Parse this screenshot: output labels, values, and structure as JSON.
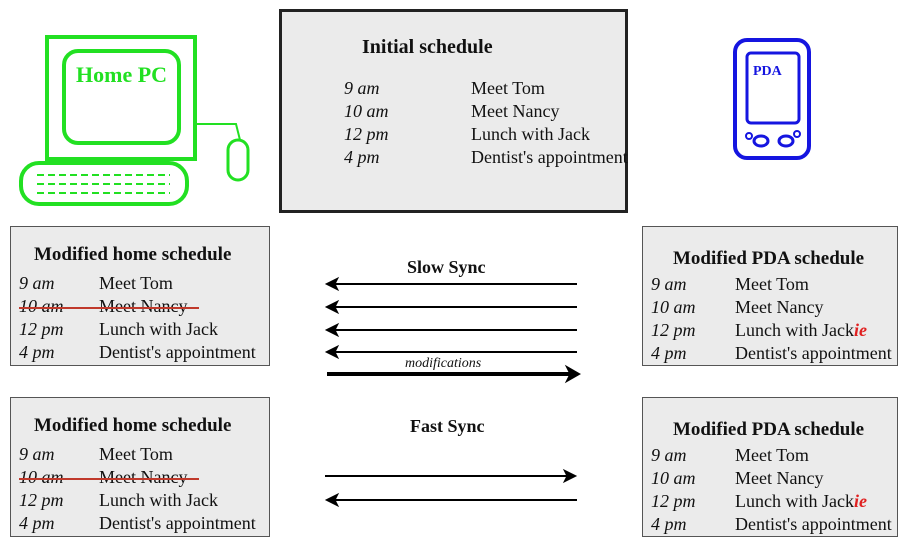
{
  "colors": {
    "pc": "#22e022",
    "pda": "#1515e0",
    "strike": "#c0392b",
    "suffix": "#e02020"
  },
  "devices": {
    "pc": {
      "label": "Home PC",
      "icon": "desktop-computer-icon"
    },
    "pda": {
      "label": "PDA",
      "icon": "pda-icon"
    }
  },
  "initial": {
    "title": "Initial schedule",
    "rows": [
      {
        "time": "9 am",
        "event": "Meet Tom"
      },
      {
        "time": "10 am",
        "event": "Meet Nancy"
      },
      {
        "time": "12 pm",
        "event": "Lunch with Jack"
      },
      {
        "time": "4 pm",
        "event": "Dentist's appointment"
      }
    ]
  },
  "home_slow": {
    "title": "Modified home schedule",
    "rows": [
      {
        "time": "9 am",
        "event": "Meet Tom"
      },
      {
        "time": "10 am",
        "event": "Meet Nancy",
        "struck": true
      },
      {
        "time": "12 pm",
        "event": "Lunch with Jack"
      },
      {
        "time": "4 pm",
        "event": "Dentist's appointment"
      }
    ]
  },
  "pda_slow": {
    "title": "Modified PDA schedule",
    "rows": [
      {
        "time": "9 am",
        "event": "Meet Tom"
      },
      {
        "time": "10 am",
        "event": "Meet Nancy"
      },
      {
        "time": "12 pm",
        "event": "Lunch with Jack",
        "suffix": "ie"
      },
      {
        "time": "4 pm",
        "event": "Dentist's appointment"
      }
    ]
  },
  "home_fast": {
    "title": "Modified home schedule",
    "rows": [
      {
        "time": "9 am",
        "event": "Meet Tom"
      },
      {
        "time": "10 am",
        "event": "Meet Nancy",
        "struck": true
      },
      {
        "time": "12 pm",
        "event": "Lunch with Jack"
      },
      {
        "time": "4 pm",
        "event": "Dentist's appointment"
      }
    ]
  },
  "pda_fast": {
    "title": "Modified PDA schedule",
    "rows": [
      {
        "time": "9 am",
        "event": "Meet Tom"
      },
      {
        "time": "10 am",
        "event": "Meet Nancy"
      },
      {
        "time": "12 pm",
        "event": "Lunch with Jack",
        "suffix": "ie"
      },
      {
        "time": "4 pm",
        "event": "Dentist's appointment"
      }
    ]
  },
  "sync": {
    "slow_label": "Slow Sync",
    "fast_label": "Fast Sync",
    "modifications_label": "modifications"
  }
}
